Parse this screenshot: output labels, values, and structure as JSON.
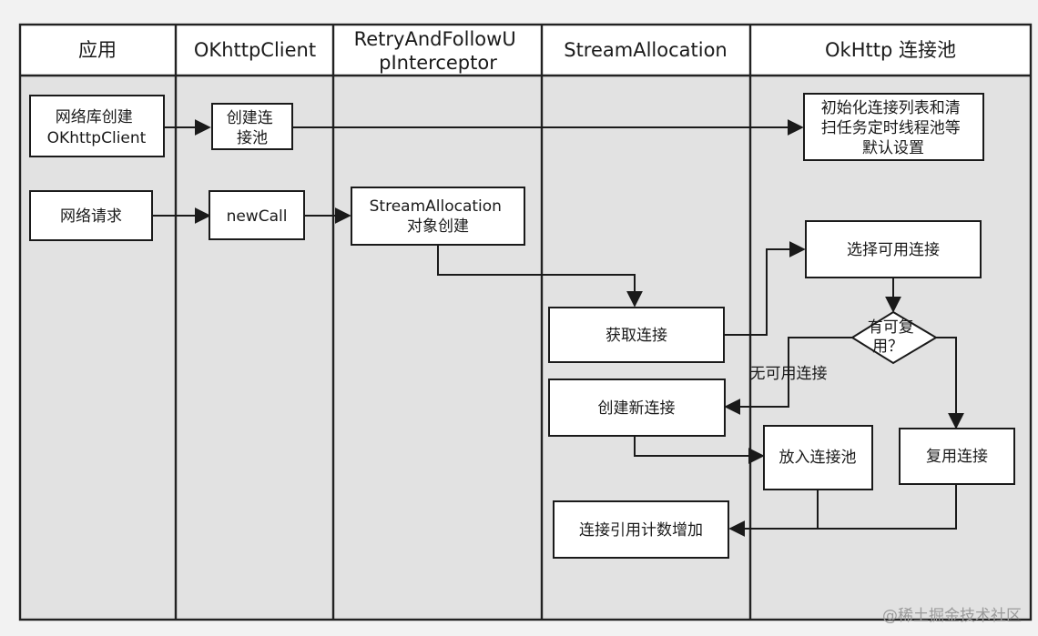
{
  "lanes": [
    {
      "id": "app",
      "title": [
        "应用"
      ]
    },
    {
      "id": "client",
      "title": [
        "OKhttpClient"
      ]
    },
    {
      "id": "retry",
      "title": [
        "RetryAndFollowU",
        "pInterceptor"
      ]
    },
    {
      "id": "alloc",
      "title": [
        "StreamAllocation"
      ]
    },
    {
      "id": "pool",
      "title": [
        "OkHttp 连接池"
      ]
    }
  ],
  "nodes": {
    "create_client": [
      "网络库创建",
      "OKhttpClient"
    ],
    "create_pool": [
      "创建连",
      "接池"
    ],
    "pool_init": [
      "初始化连接列表和清",
      "扫任务定时线程池等",
      "默认设置"
    ],
    "network_request": [
      "网络请求"
    ],
    "new_call": [
      "newCall"
    ],
    "alloc_create": [
      "StreamAllocation",
      "对象创建"
    ],
    "get_connection": [
      "获取连接"
    ],
    "select_connection": [
      "选择可用连接"
    ],
    "reusable_decision": [
      "有可复",
      "用？"
    ],
    "create_new_connection": [
      "创建新连接"
    ],
    "put_in_pool": [
      "放入连接池"
    ],
    "reuse_connection": [
      "复用连接"
    ],
    "ref_count_increase": [
      "连接引用计数增加"
    ]
  },
  "edges": {
    "no_available_label": "无可用连接"
  },
  "watermark": "@稀土掘金技术社区"
}
